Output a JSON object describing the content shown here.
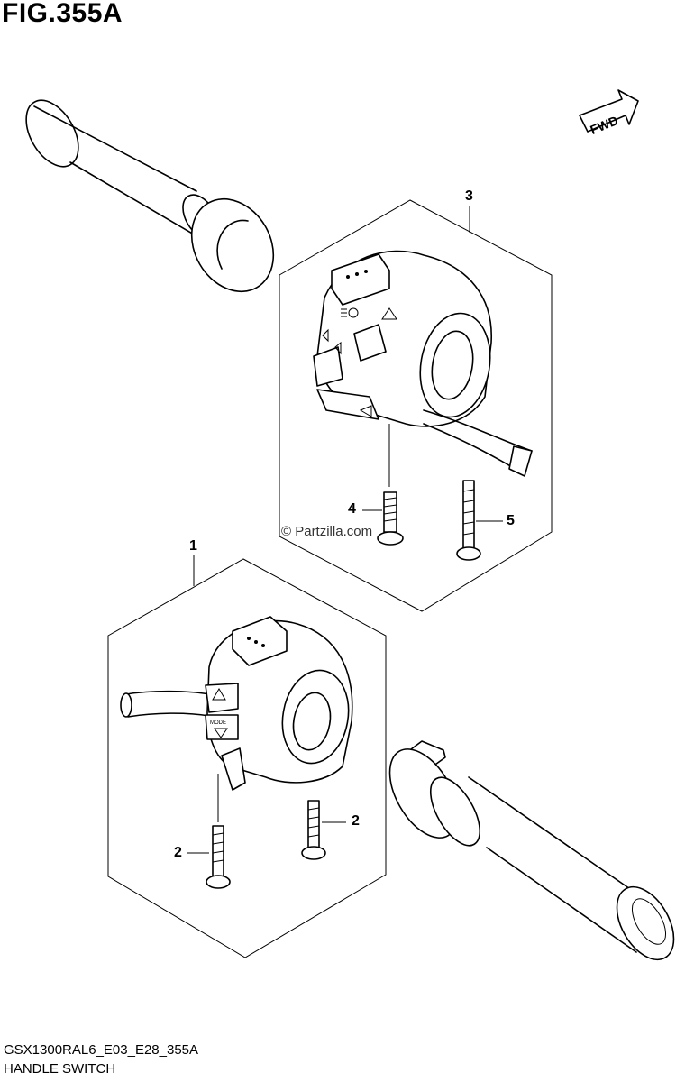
{
  "header": {
    "figure_label": "FIG.355A"
  },
  "footer": {
    "model_code": "GSX1300RAL6_E03_E28_355A",
    "figure_name": "HANDLE SWITCH"
  },
  "watermark": {
    "text": "© Partzilla.com"
  },
  "direction": {
    "label": "FWD"
  },
  "callouts": {
    "c1": "1",
    "c2a": "2",
    "c2b": "2",
    "c3": "3",
    "c4": "4",
    "c5": "5"
  },
  "switch_labels": {
    "mode": "MODE"
  },
  "icons": [
    "fwd-arrow-icon",
    "headlight-icon",
    "hazard-icon",
    "horn-icon",
    "turn-signal-icon"
  ]
}
